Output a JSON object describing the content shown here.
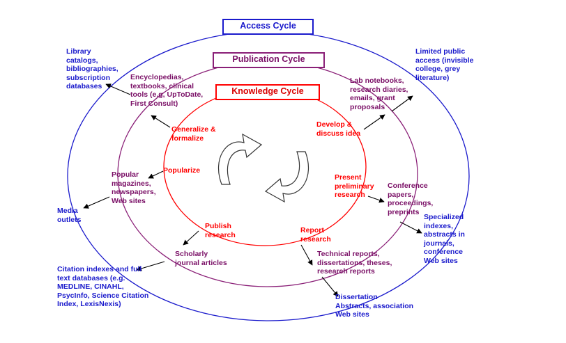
{
  "titles": {
    "access": "Access Cycle",
    "publication": "Publication Cycle",
    "knowledge": "Knowledge Cycle"
  },
  "colors": {
    "access": "#1a1acc",
    "publication": "#8a1f77",
    "knowledge": "#ff0000"
  },
  "access_labels": {
    "library": "Library\ncatalogs,\nbibliographies,\nsubscription\ndatabases",
    "limited": "Limited public\naccess (invisible\ncollege, grey\nliterature)",
    "media": "Media\noutlets",
    "specialized": "Specialized\nindexes,\nabstracts in\njournals,\nconference\nWeb sites",
    "citation": "Citation indexes and full\ntext databases (e.g.\nMEDLINE, CINAHL,\nPsycInfo, Science Citation\nIndex, LexisNexis)",
    "dissertation": "Dissertation\nAbstracts, association\nWeb sites"
  },
  "publication_labels": {
    "encyclopedias": "Encyclopedias,\ntextbooks, clinical\ntools (e.g, UpToDate,\nFirst Consult)",
    "lab": "Lab notebooks,\nresearch diaries,\nemails, grant\nproposals",
    "popular": "Popular\nmagazines,\nnewspapers,\nWeb sites",
    "conference": "Conference\npapers,\nproceedings,\npreprints",
    "scholarly": "Scholarly\njournal articles",
    "technical": "Technical reports,\ndissertations, theses,\nresearch reports"
  },
  "knowledge_labels": {
    "generalize": "Generalize &\nformalize",
    "develop": "Develop &\ndiscuss idea",
    "popularize": "Popularize",
    "present": "Present\npreliminary\nresearch",
    "publish": "Publish\nresearch",
    "report": "Report\nresearch"
  }
}
